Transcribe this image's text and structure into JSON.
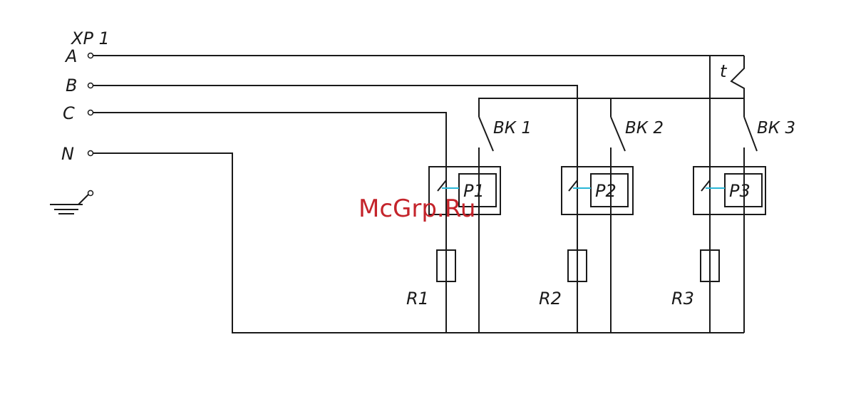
{
  "connector": {
    "label": "ХР 1"
  },
  "phases": [
    {
      "label": "A"
    },
    {
      "label": "B"
    },
    {
      "label": "C"
    },
    {
      "label": "N"
    }
  ],
  "thermostat": {
    "label": "t"
  },
  "limit_switches": [
    {
      "label": "ВК 1"
    },
    {
      "label": "ВК 2"
    },
    {
      "label": "ВК 3"
    }
  ],
  "relays": [
    {
      "label": "Р1"
    },
    {
      "label": "Р2"
    },
    {
      "label": "Р3"
    }
  ],
  "heaters": [
    {
      "label": "R1"
    },
    {
      "label": "R2"
    },
    {
      "label": "R3"
    }
  ],
  "watermark": {
    "text": "McGrp.Ru",
    "color": "#c4242b"
  },
  "colors": {
    "line": "#1a1a1a",
    "relay_link": "#29b6d6",
    "background": "#ffffff"
  }
}
